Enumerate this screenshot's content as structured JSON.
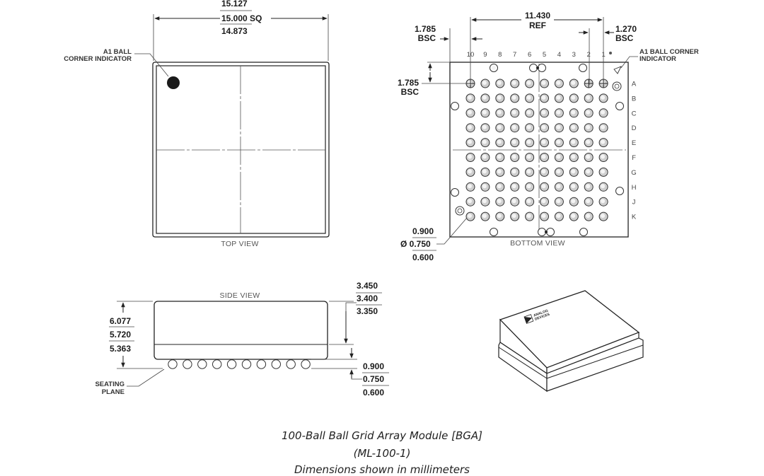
{
  "top_view": {
    "label": "TOP VIEW",
    "dim_max": "15.127",
    "dim_nom": "15.000 SQ",
    "dim_min": "14.873",
    "a1_indicator_line1": "A1 BALL",
    "a1_indicator_line2": "CORNER INDICATOR"
  },
  "bottom_view": {
    "label": "BOTTOM VIEW",
    "ref_value": "11.430",
    "ref_label": "REF",
    "pitch_value": "1.270",
    "pitch_label": "BSC",
    "offset_x_value": "1.785",
    "offset_x_label": "BSC",
    "offset_y_value": "1.785",
    "offset_y_label": "BSC",
    "a1_indicator_line1": "A1 BALL CORNER",
    "a1_indicator_line2": "INDICATOR",
    "ball_max": "0.900",
    "ball_nom": "Ø 0.750",
    "ball_min": "0.600",
    "columns": [
      "10",
      "9",
      "8",
      "7",
      "6",
      "5",
      "4",
      "3",
      "2",
      "1"
    ],
    "rows": [
      "A",
      "B",
      "C",
      "D",
      "E",
      "F",
      "G",
      "H",
      "J",
      "K"
    ]
  },
  "side_view": {
    "label": "SIDE VIEW",
    "height_max": "6.077",
    "height_nom": "5.720",
    "height_min": "5.363",
    "body_max": "3.450",
    "body_nom": "3.400",
    "body_min": "3.350",
    "ball_max": "0.900",
    "ball_nom": "0.750",
    "ball_min": "0.600",
    "seating_line1": "SEATING",
    "seating_line2": "PLANE"
  },
  "isometric": {
    "logo_line1": "ANALOG",
    "logo_line2": "DEVICES"
  },
  "caption": {
    "line1": "100-Ball Ball Grid Array Module [BGA]",
    "line2": "(ML-100-1)",
    "line3": "Dimensions shown in millimeters"
  }
}
